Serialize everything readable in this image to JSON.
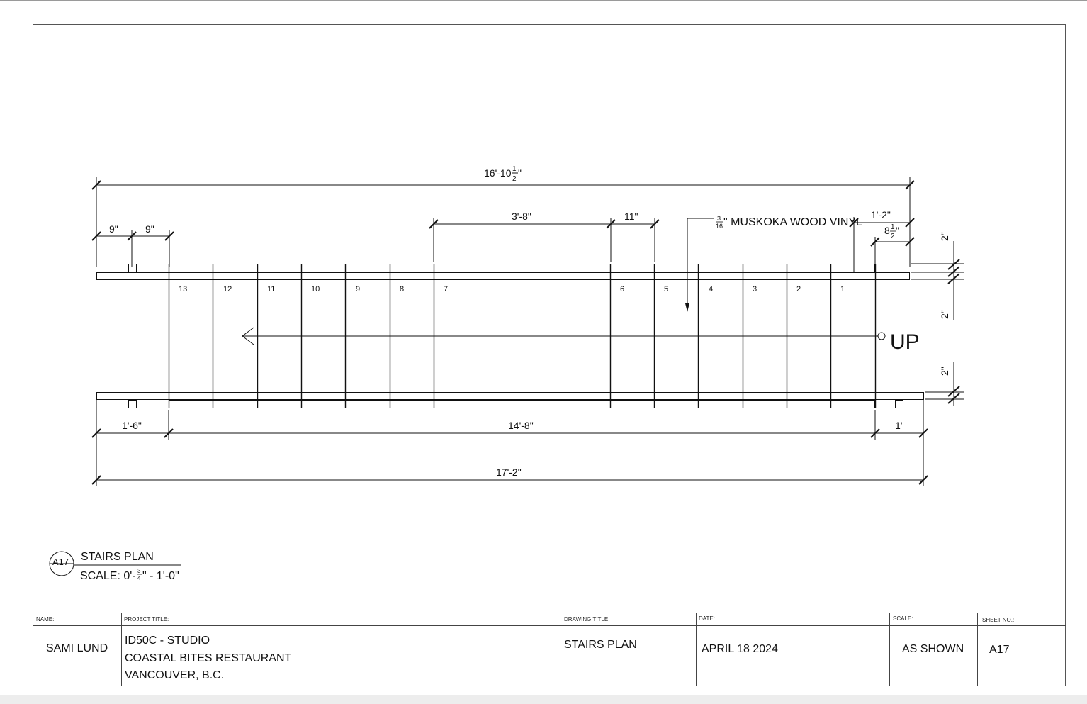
{
  "dimensions": {
    "overall_top": "16'-10",
    "overall_top_frac_num": "1",
    "overall_top_frac_den": "2",
    "overall_top_inch": "\"",
    "left_a": "9\"",
    "left_b": "9\"",
    "landing_width": "3'-8\"",
    "tread_11": "11\"",
    "right_top": "1'-2\"",
    "right_small_whole": "8",
    "right_small_num": "1",
    "right_small_den": "2",
    "right_small_inch": "\"",
    "side_2_top": "2\"",
    "side_2_mid": "2\"",
    "side_2_bottom": "2\"",
    "bottom_left": "1'-6\"",
    "bottom_run": "14'-8\"",
    "bottom_right": "1'",
    "overall_bottom": "17'-2\""
  },
  "note": {
    "frac_num": "3",
    "frac_den": "16",
    "text": "\" MUSKOKA WOOD VINYL"
  },
  "steps": [
    "13",
    "12",
    "11",
    "10",
    "9",
    "8",
    "7",
    "6",
    "5",
    "4",
    "3",
    "2",
    "1"
  ],
  "up_label": "UP",
  "callout": {
    "tag": "A17",
    "title": "STAIRS PLAN",
    "scale_prefix": "SCALE: 0'-",
    "scale_num": "3",
    "scale_den": "4",
    "scale_suffix": "\" - 1'-0\""
  },
  "title_block": {
    "name_label": "NAME:",
    "name": "SAMI LUND",
    "project_label": "PROJECT TITLE:",
    "project_line1": "ID50C - STUDIO",
    "project_line2": "COASTAL BITES RESTAURANT",
    "project_line3": "VANCOUVER, B.C.",
    "drawing_label": "DRAWING TITLE:",
    "drawing": "STAIRS PLAN",
    "date_label": "DATE:",
    "date": "APRIL 18 2024",
    "scale_label": "SCALE:",
    "scale": "AS SHOWN",
    "sheet_label": "SHEET NO.:",
    "sheet": "A17"
  }
}
